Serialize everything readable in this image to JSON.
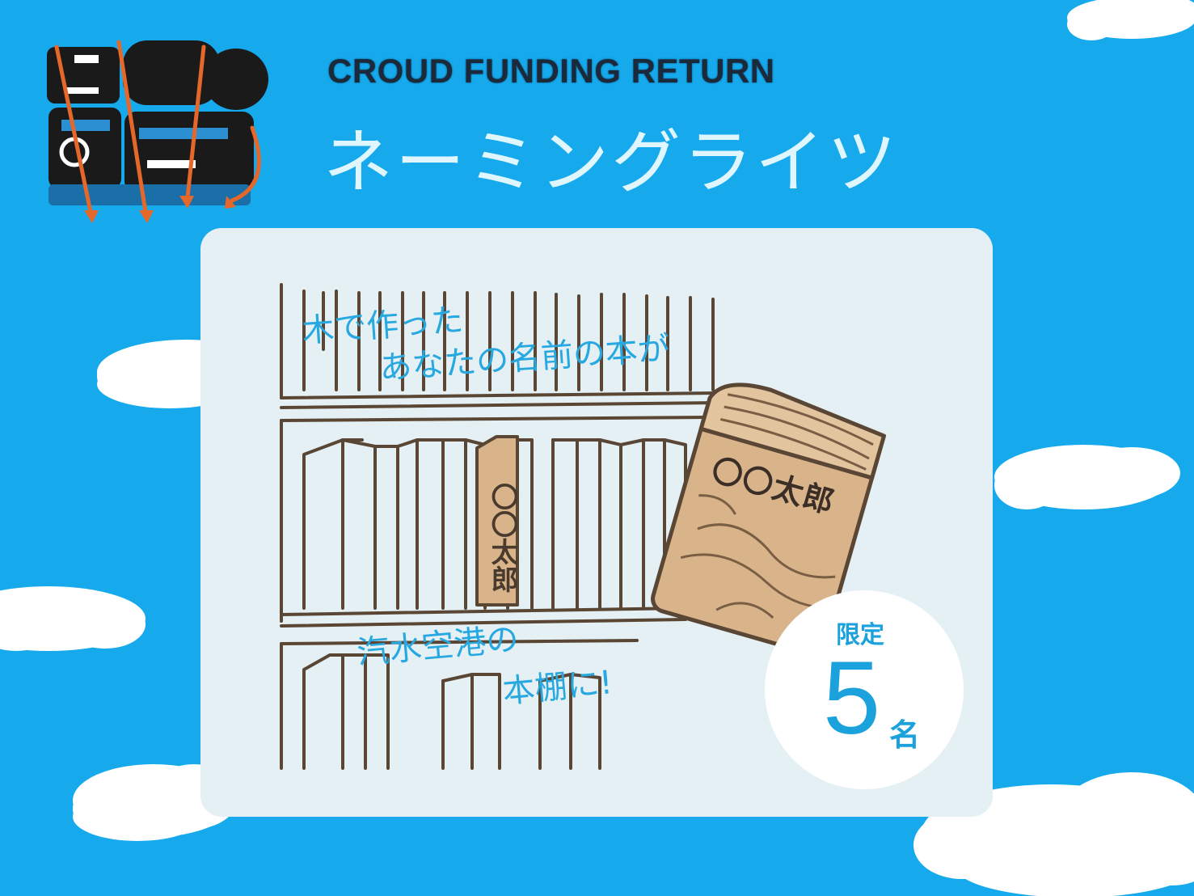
{
  "header": {
    "subtitle": "CROUD FUNDING RETURN",
    "title": "ネーミングライツ"
  },
  "logo": {
    "icon": "brand-logo-icon"
  },
  "illustration": {
    "caption_line1": "木で作った",
    "caption_line2": "あなたの名前の本が",
    "caption_line3": "汽水空港の",
    "caption_line4": "本棚に!",
    "book_spine_name": "〇〇太郎",
    "book_cover_name": "〇〇太郎"
  },
  "badge": {
    "label": "限定",
    "number": "5",
    "unit": "名"
  },
  "colors": {
    "sky": "#16a9ec",
    "panel": "#e4f0f3",
    "accent_blue": "#1ba2dc",
    "wood": "#d9b48a",
    "ink": "#4a3a2e"
  }
}
